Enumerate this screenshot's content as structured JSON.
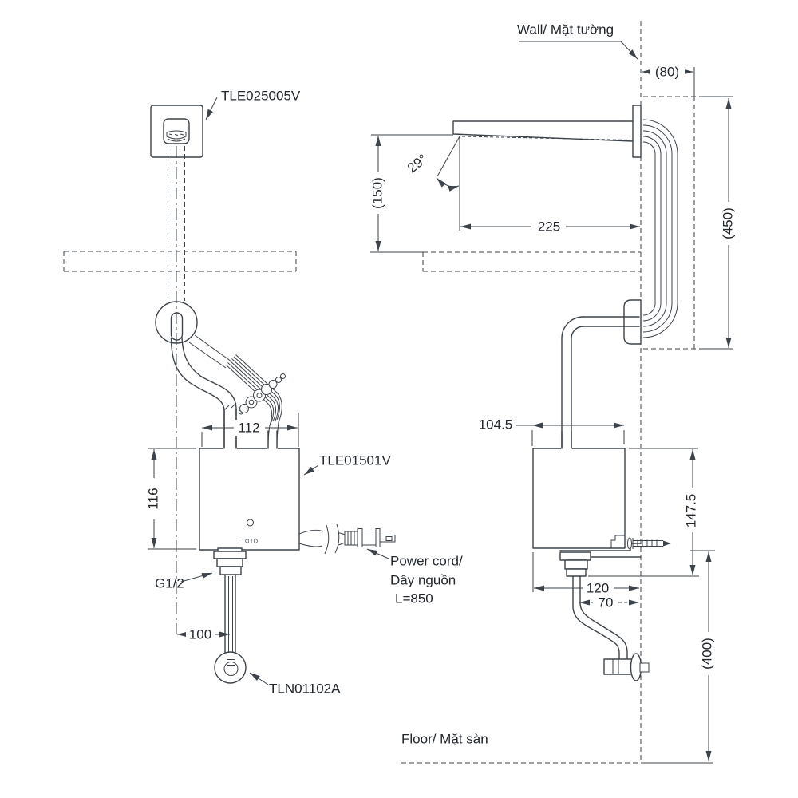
{
  "colors": {
    "background": "#ffffff",
    "line": "#3d434a",
    "text": "#22272d"
  },
  "labels": {
    "wall": "Wall/ Mặt tường",
    "floor": "Floor/ Mặt sàn",
    "power_cord_line1": "Power cord/",
    "power_cord_line2": "Dây nguồn",
    "power_cord_line3": "L=850",
    "thread_size": "G1/2",
    "logo": "TOTO"
  },
  "parts": {
    "spout_model": "TLE025005V",
    "controller_model": "TLE01501V",
    "stop_valve_model": "TLN01102A"
  },
  "dimensions": {
    "wall_offset": "(80)",
    "riser_height": "(450)",
    "spout_to_counter": "(150)",
    "spout_angle": "29°",
    "spout_reach": "225",
    "controller_depth": "104.5",
    "controller_height_side": "147.5",
    "outlet_offset": "120",
    "valve_offset": "70",
    "valve_height": "(400)",
    "controller_width": "112",
    "controller_height": "116",
    "center_to_valve": "100"
  }
}
